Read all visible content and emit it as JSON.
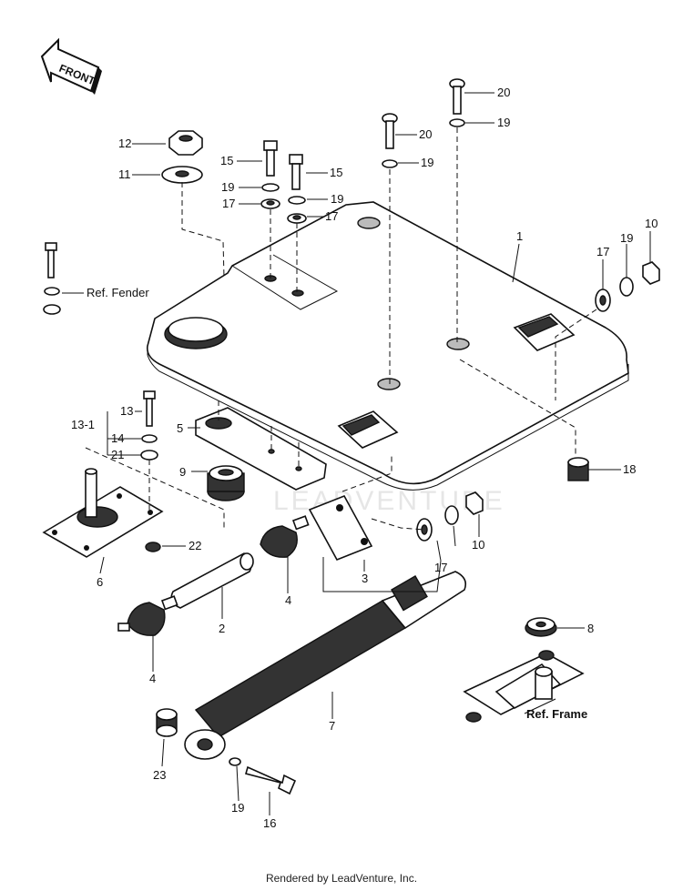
{
  "front_arrow": {
    "text": "FRONT"
  },
  "watermark": "LEADVENTURE",
  "callouts": {
    "c1": "1",
    "c2": "2",
    "c3": "3",
    "c4a": "4",
    "c4b": "4",
    "c5": "5",
    "c6": "6",
    "c7": "7",
    "c8": "8",
    "c9": "9",
    "c10a": "10",
    "c10b": "10",
    "c11": "11",
    "c12": "12",
    "c13": "13",
    "c13_1": "13-1",
    "c14": "14",
    "c15a": "15",
    "c15b": "15",
    "c16": "16",
    "c17a": "17",
    "c17b": "17",
    "c17c": "17",
    "c17d": "17",
    "c18": "18",
    "c19a": "19",
    "c19b": "19",
    "c19c": "19",
    "c19d": "19",
    "c19e": "19",
    "c19f": "19",
    "c20a": "20",
    "c20b": "20",
    "c21": "21",
    "c22": "22",
    "c23": "23"
  },
  "references": {
    "fender": "Ref. Fender",
    "frame": "Ref. Frame"
  },
  "footer": "Rendered by LeadVenture, Inc."
}
